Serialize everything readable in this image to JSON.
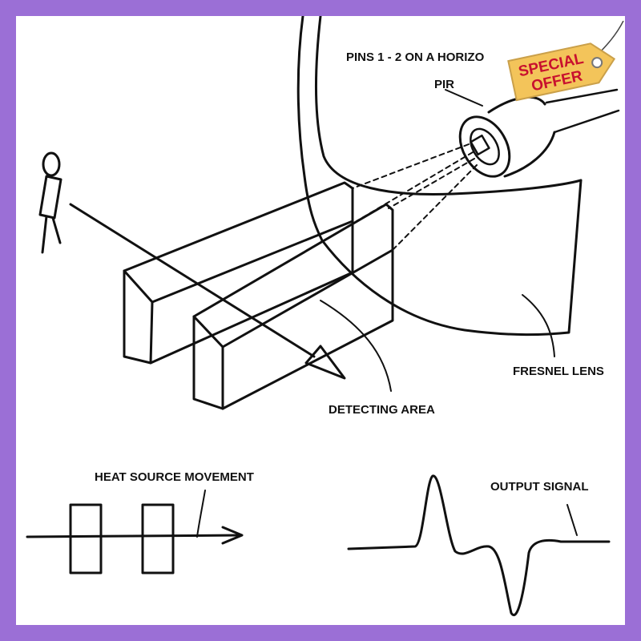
{
  "labels": {
    "pins": "PINS 1 - 2 ON A HORIZO",
    "pir": "PIR",
    "fresnel_lens": "FRESNEL LENS",
    "detecting_area": "DETECTING AREA",
    "heat_source_movement": "HEAT SOURCE MOVEMENT",
    "output_signal": "OUTPUT SIGNAL"
  },
  "badge": {
    "line1": "SPECIAL",
    "line2": "OFFER",
    "tag_color": "#f3c45a",
    "text_color": "#c8102e"
  },
  "colors": {
    "border": "#9b6fd6",
    "ink": "#111111",
    "background": "#ffffff"
  }
}
